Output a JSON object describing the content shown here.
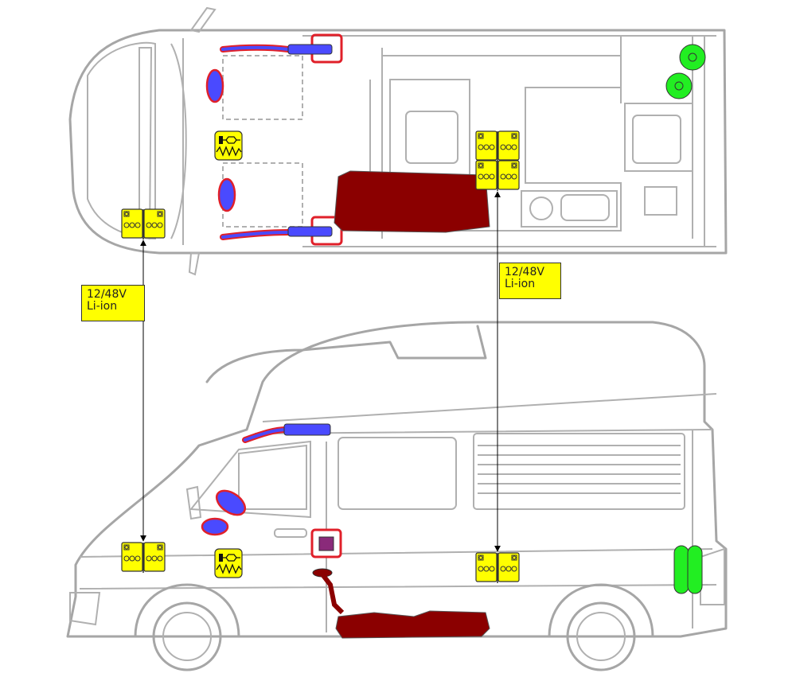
{
  "labels": {
    "battery_front": {
      "line1": "12/48V",
      "line2": "Li-ion"
    },
    "battery_rear": {
      "line1": "12/48V",
      "line2": "Li-ion"
    }
  },
  "colors": {
    "battery": "#ffff00",
    "seat_heater": "#4a4aff",
    "highlight": "#e0202a",
    "tank": "#8b0000",
    "gas": "#22ee22",
    "control": "#8a2a7a",
    "outline": "#a6a6a6"
  },
  "icons": [
    "battery-icon",
    "heater-icon",
    "seat-heater-icon",
    "air-heater-icon",
    "fuel-tank-icon",
    "gas-bottle-icon",
    "control-panel-icon"
  ]
}
